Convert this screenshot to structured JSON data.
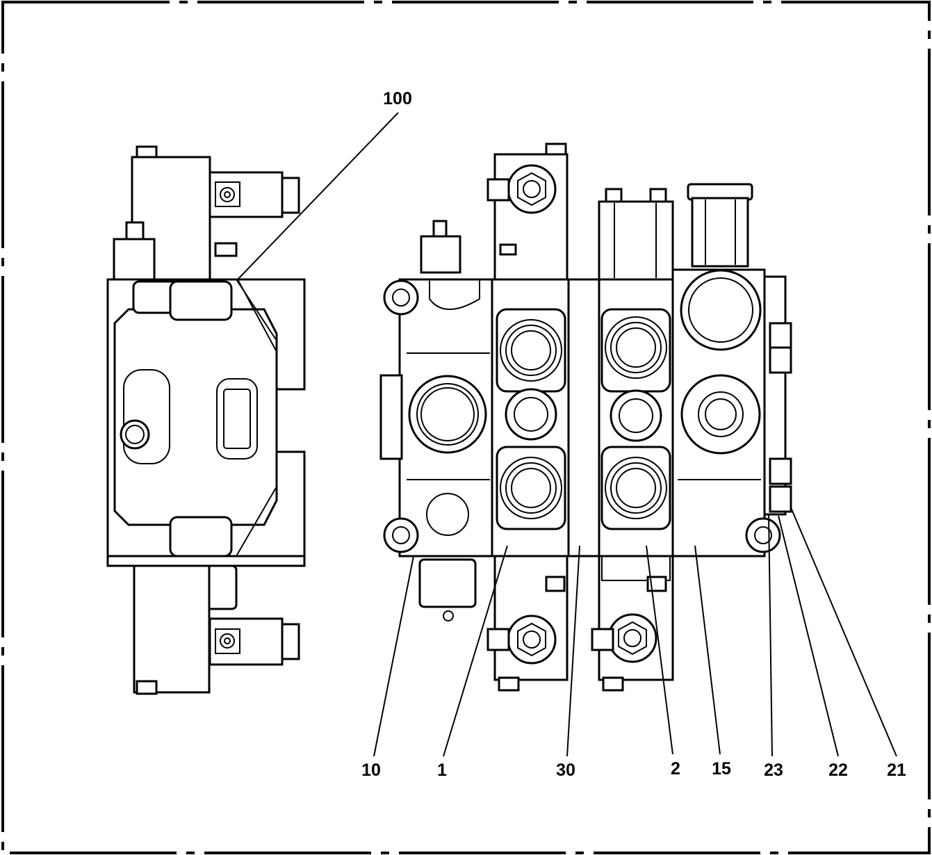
{
  "callouts": {
    "c100": "100",
    "c10": "10",
    "c1": "1",
    "c30": "30",
    "c2": "2",
    "c15": "15",
    "c23": "23",
    "c22": "22",
    "c21": "21"
  }
}
